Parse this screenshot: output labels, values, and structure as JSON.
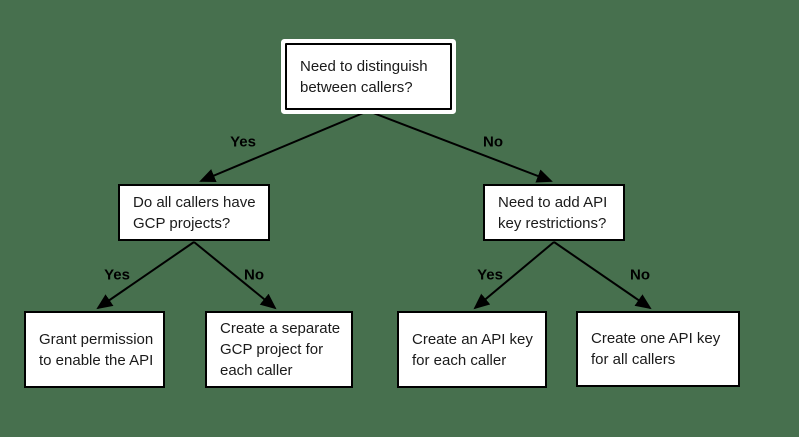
{
  "colors": {
    "background": "#47704e",
    "node_fill": "#ffffff",
    "node_border": "#000000",
    "connector": "#000000",
    "root_halo": "#ffffff"
  },
  "diagram": {
    "type": "decision-tree-flowchart",
    "nodes": {
      "root": {
        "label": "Need to distinguish\nbetween callers?"
      },
      "gcp_projects": {
        "label": "Do all callers have\nGCP projects?"
      },
      "key_restrictions": {
        "label": "Need to add API\nkey restrictions?"
      },
      "grant_permission": {
        "label": "Grant permission\nto enable the API"
      },
      "separate_project": {
        "label": "Create a separate\nGCP project for\neach caller"
      },
      "key_each_caller": {
        "label": "Create an API key\nfor each caller"
      },
      "key_all_callers": {
        "label": "Create one API key\nfor all callers"
      }
    },
    "edges": [
      {
        "from": "root",
        "to": "gcp_projects",
        "label": "Yes"
      },
      {
        "from": "root",
        "to": "key_restrictions",
        "label": "No"
      },
      {
        "from": "gcp_projects",
        "to": "grant_permission",
        "label": "Yes"
      },
      {
        "from": "gcp_projects",
        "to": "separate_project",
        "label": "No"
      },
      {
        "from": "key_restrictions",
        "to": "key_each_caller",
        "label": "Yes"
      },
      {
        "from": "key_restrictions",
        "to": "key_all_callers",
        "label": "No"
      }
    ]
  }
}
